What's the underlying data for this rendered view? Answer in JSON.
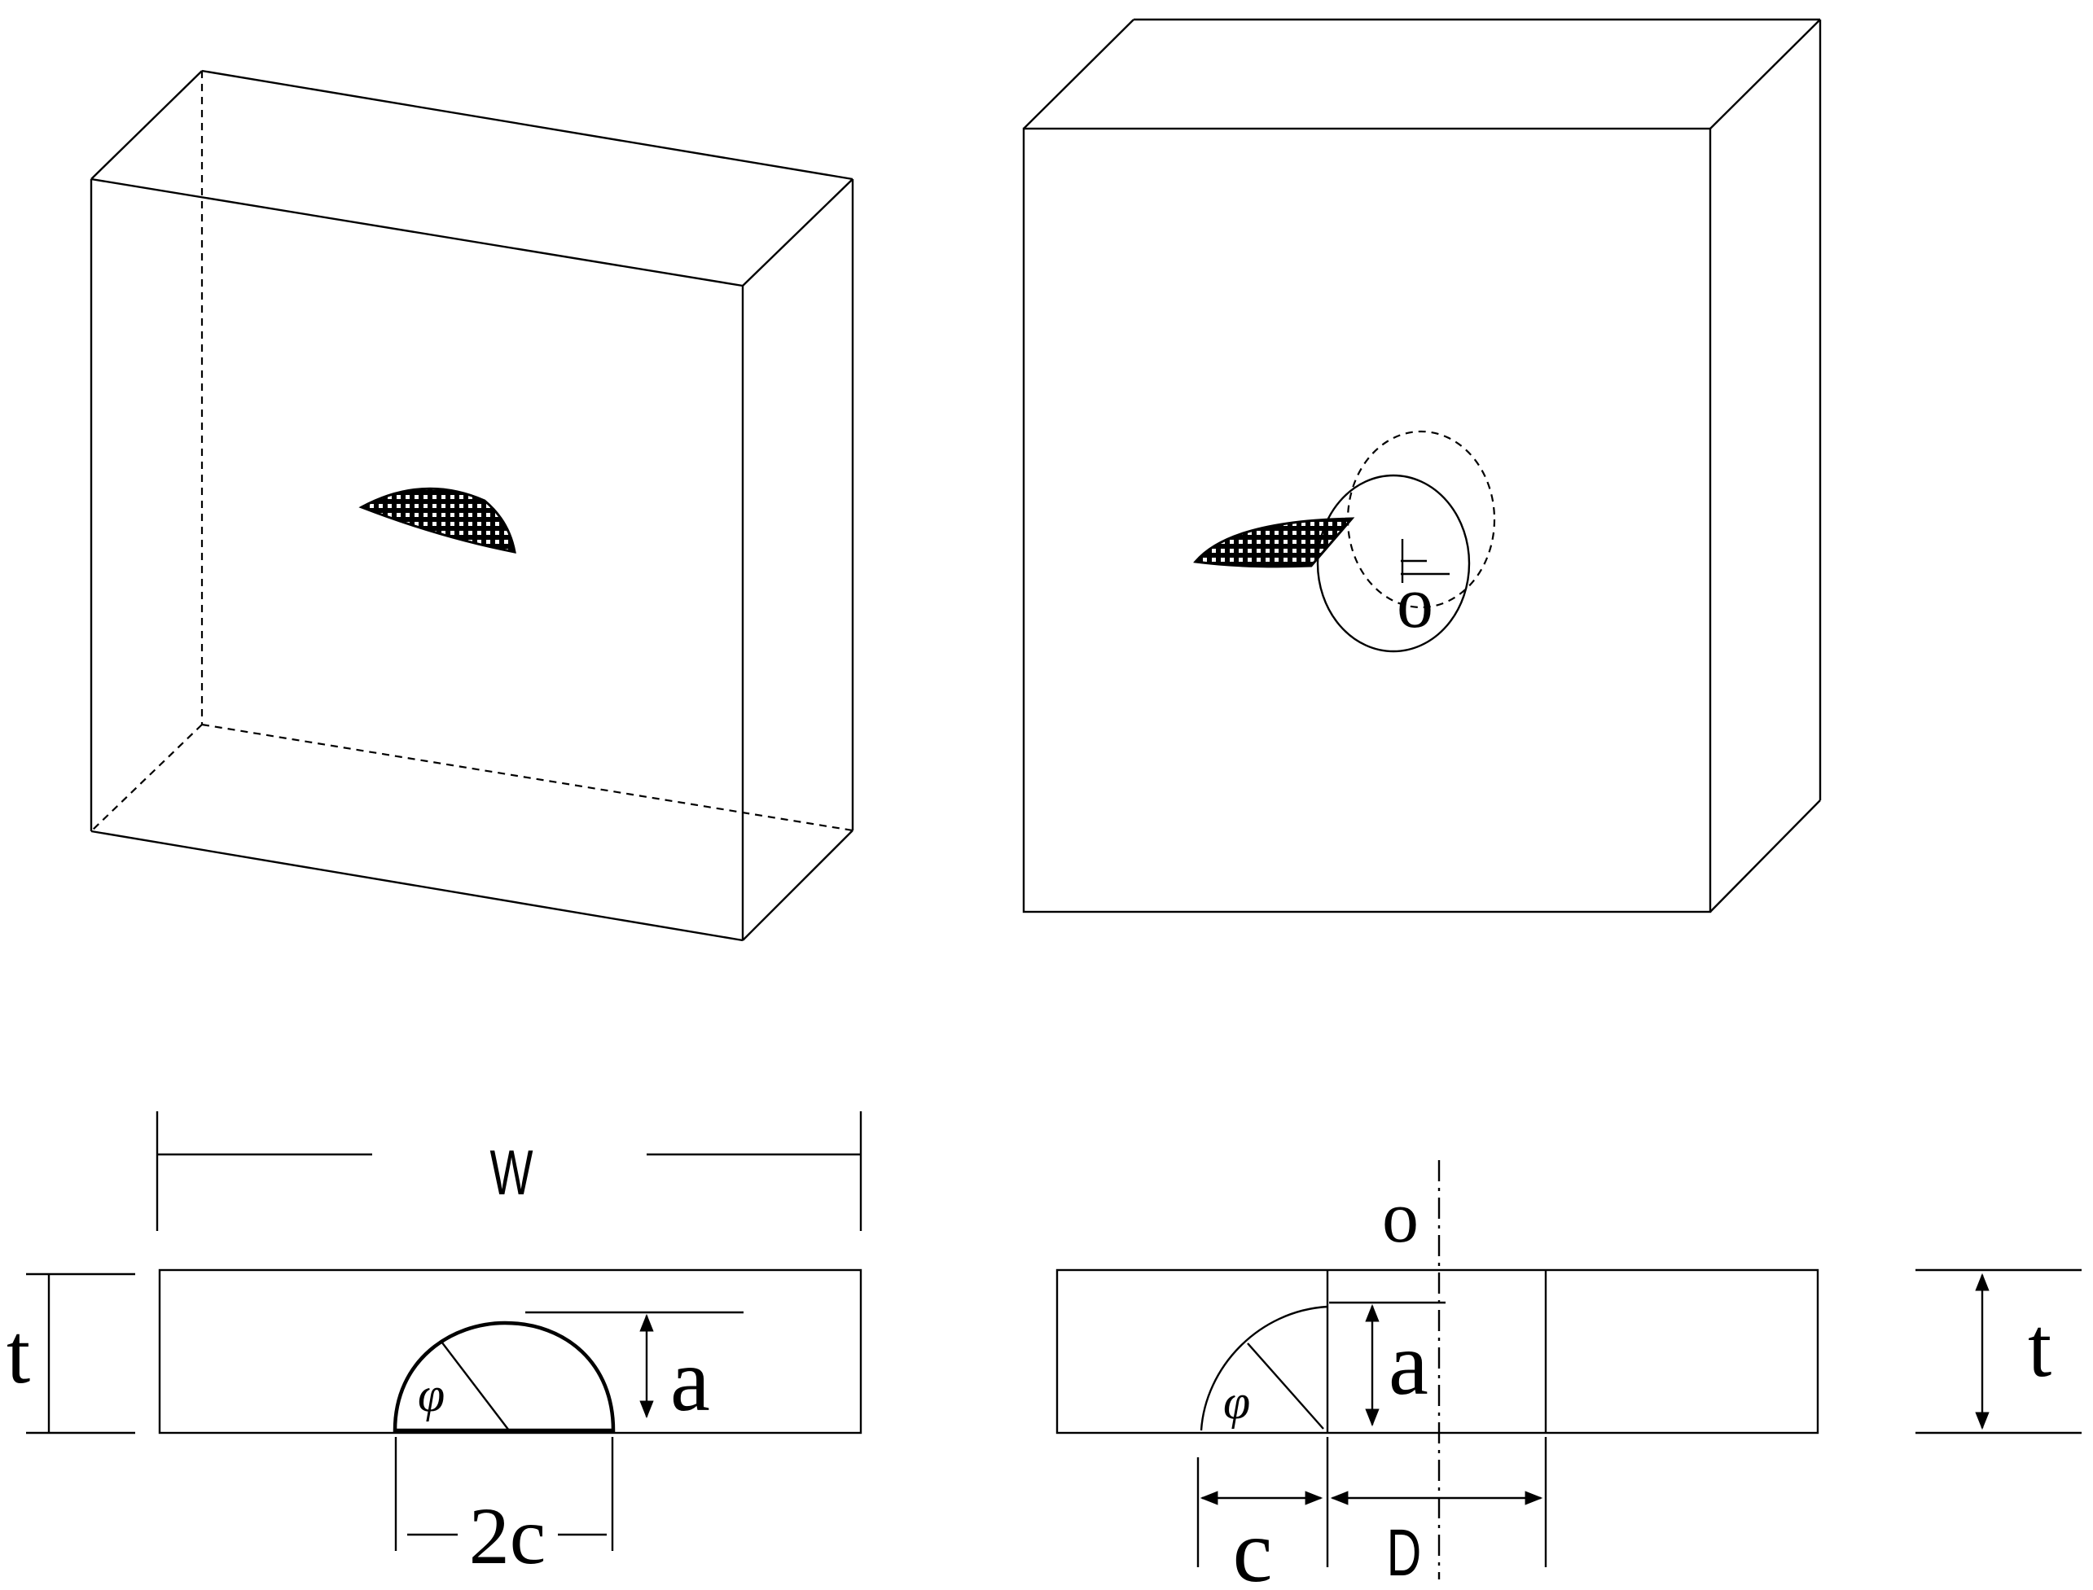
{
  "labels": {
    "width": "W",
    "thickness_left": "t",
    "thickness_right": "t",
    "depth_left": "a",
    "depth_right": "a",
    "angle_left": "φ",
    "angle_right": "φ",
    "length_left": "2c",
    "length_right": "c",
    "distance": "D",
    "center_3d": "o",
    "center_axis": "o"
  },
  "colors": {
    "stroke": "#000000",
    "crack_fill": "#000000",
    "crack_dots": "#ffffff",
    "background": "#ffffff"
  }
}
